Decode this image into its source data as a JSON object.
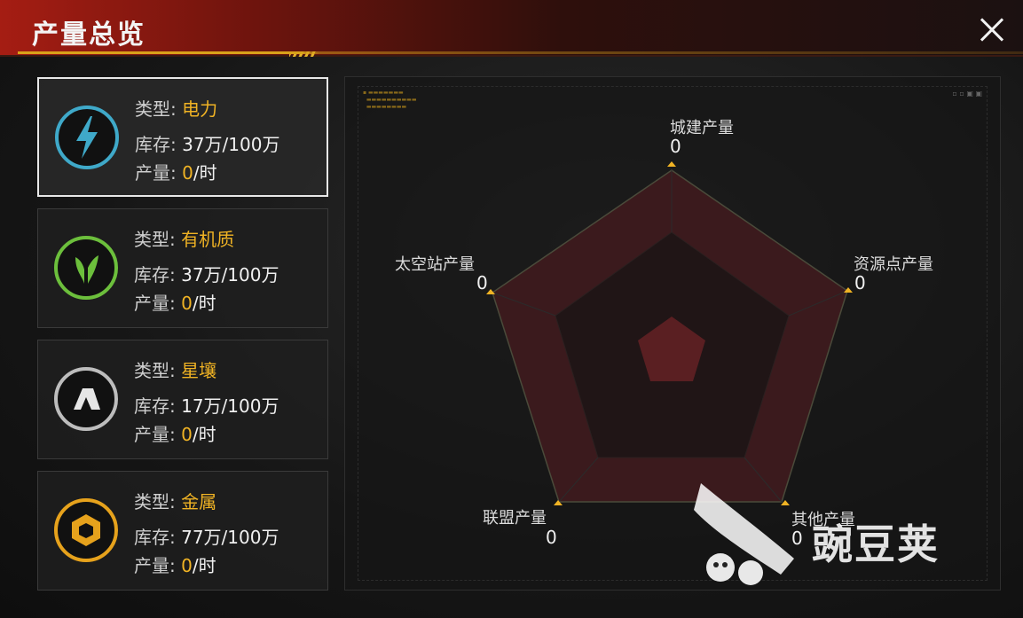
{
  "header": {
    "title": "产量总览"
  },
  "resources": [
    {
      "type_label": "类型:",
      "type_value": "电力",
      "stock_label": "库存:",
      "stock_value": "37万/100万",
      "output_label": "产量:",
      "output_value": "0",
      "output_unit": "/时",
      "icon": "lightning-icon",
      "color": "#3fa9c9"
    },
    {
      "type_label": "类型:",
      "type_value": "有机质",
      "stock_label": "库存:",
      "stock_value": "37万/100万",
      "output_label": "产量:",
      "output_value": "0",
      "output_unit": "/时",
      "icon": "leaf-icon",
      "color": "#6cbf3c"
    },
    {
      "type_label": "类型:",
      "type_value": "星壤",
      "stock_label": "库存:",
      "stock_value": "17万/100万",
      "output_label": "产量:",
      "output_value": "0",
      "output_unit": "/时",
      "icon": "soil-icon",
      "color": "#bdbdbd"
    },
    {
      "type_label": "类型:",
      "type_value": "金属",
      "stock_label": "库存:",
      "stock_value": "77万/100万",
      "output_label": "产量:",
      "output_value": "0",
      "output_unit": "/时",
      "icon": "metal-cube-icon",
      "color": "#e6a21c"
    }
  ],
  "radar": {
    "axes": [
      {
        "label": "城建产量",
        "value": "0"
      },
      {
        "label": "资源点产量",
        "value": "0"
      },
      {
        "label": "其他产量",
        "value": "0"
      },
      {
        "label": "联盟产量",
        "value": "0"
      },
      {
        "label": "太空站产量",
        "value": "0"
      }
    ]
  },
  "watermark": "豌豆荚",
  "colors": {
    "accent": "#f0b324",
    "title_red": "#a51d13",
    "radar_fill": "#5a1f22"
  }
}
